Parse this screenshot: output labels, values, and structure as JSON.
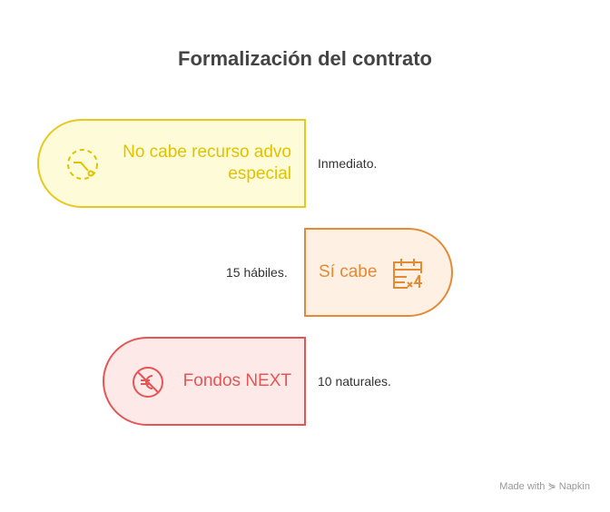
{
  "title": "Formalización del contrato",
  "items": [
    {
      "label": "No cabe recurso advo especial",
      "line1": "No cabe recurso advo",
      "line2": "especial",
      "time": "Inmediato.",
      "icon": "dashed-clock-icon",
      "color": "#e0c200"
    },
    {
      "label": "Sí cabe",
      "time": "15 hábiles.",
      "icon": "calendar-x4-icon",
      "color": "#e48a34"
    },
    {
      "label": "Fondos NEXT",
      "time": "10 naturales.",
      "icon": "euro-crossed-icon",
      "color": "#e35656"
    }
  ],
  "footer": "Made with ⋟ Napkin"
}
